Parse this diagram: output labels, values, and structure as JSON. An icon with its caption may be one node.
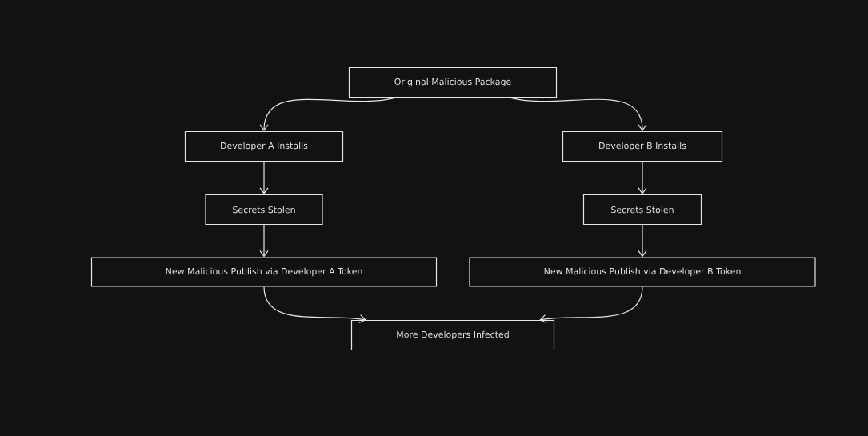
{
  "diagram": {
    "nodes": [
      {
        "text": [
          "Original Malicious Package"
        ]
      },
      {
        "text": [
          "Developer A Installs"
        ]
      },
      {
        "text": [
          "Developer B Installs"
        ]
      },
      {
        "text": [
          "Secrets Stolen"
        ]
      },
      {
        "text": [
          "Secrets Stolen"
        ]
      },
      {
        "text": [
          "New Malicious Publish via Developer A Token"
        ]
      },
      {
        "text": [
          "New Malicious Publish via Developer B Token"
        ]
      },
      {
        "text": [
          "More Developers Infected"
        ]
      }
    ],
    "edges": [
      {
        "from": 0,
        "to": 1,
        "arrow": "to"
      },
      {
        "from": 0,
        "to": 2,
        "arrow": "to"
      },
      {
        "from": 1,
        "to": 3,
        "arrow": "to"
      },
      {
        "from": 2,
        "to": 4,
        "arrow": "to"
      },
      {
        "from": 3,
        "to": 5,
        "arrow": "to"
      },
      {
        "from": 4,
        "to": 6,
        "arrow": "to"
      },
      {
        "from": 5,
        "to": 7,
        "arrow": "to"
      },
      {
        "from": 6,
        "to": 7,
        "arrow": "to"
      }
    ]
  }
}
